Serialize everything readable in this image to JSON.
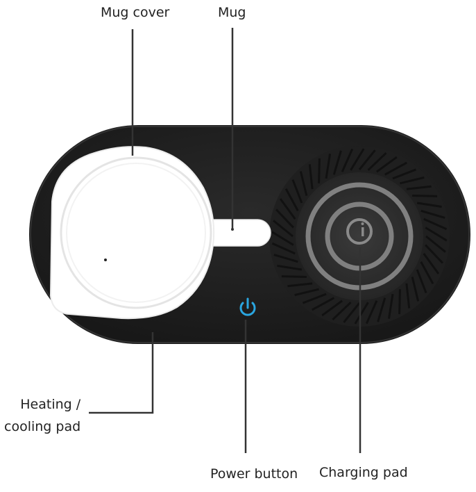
{
  "diagram": {
    "labels": {
      "mug_cover": "Mug cover",
      "mug": "Mug",
      "heating_line1": "Heating /",
      "heating_line2": "cooling pad",
      "power_button": "Power button",
      "charging_pad": "Charging pad"
    },
    "colors": {
      "base": "#1b1b1b",
      "mug": "#ffffff",
      "callout_line": "#333333",
      "power_led": "#2aa6e0",
      "charging_ring": "#7a7a7a"
    },
    "icons": {
      "power": "power-icon",
      "charging": "qi-logo-icon"
    }
  }
}
